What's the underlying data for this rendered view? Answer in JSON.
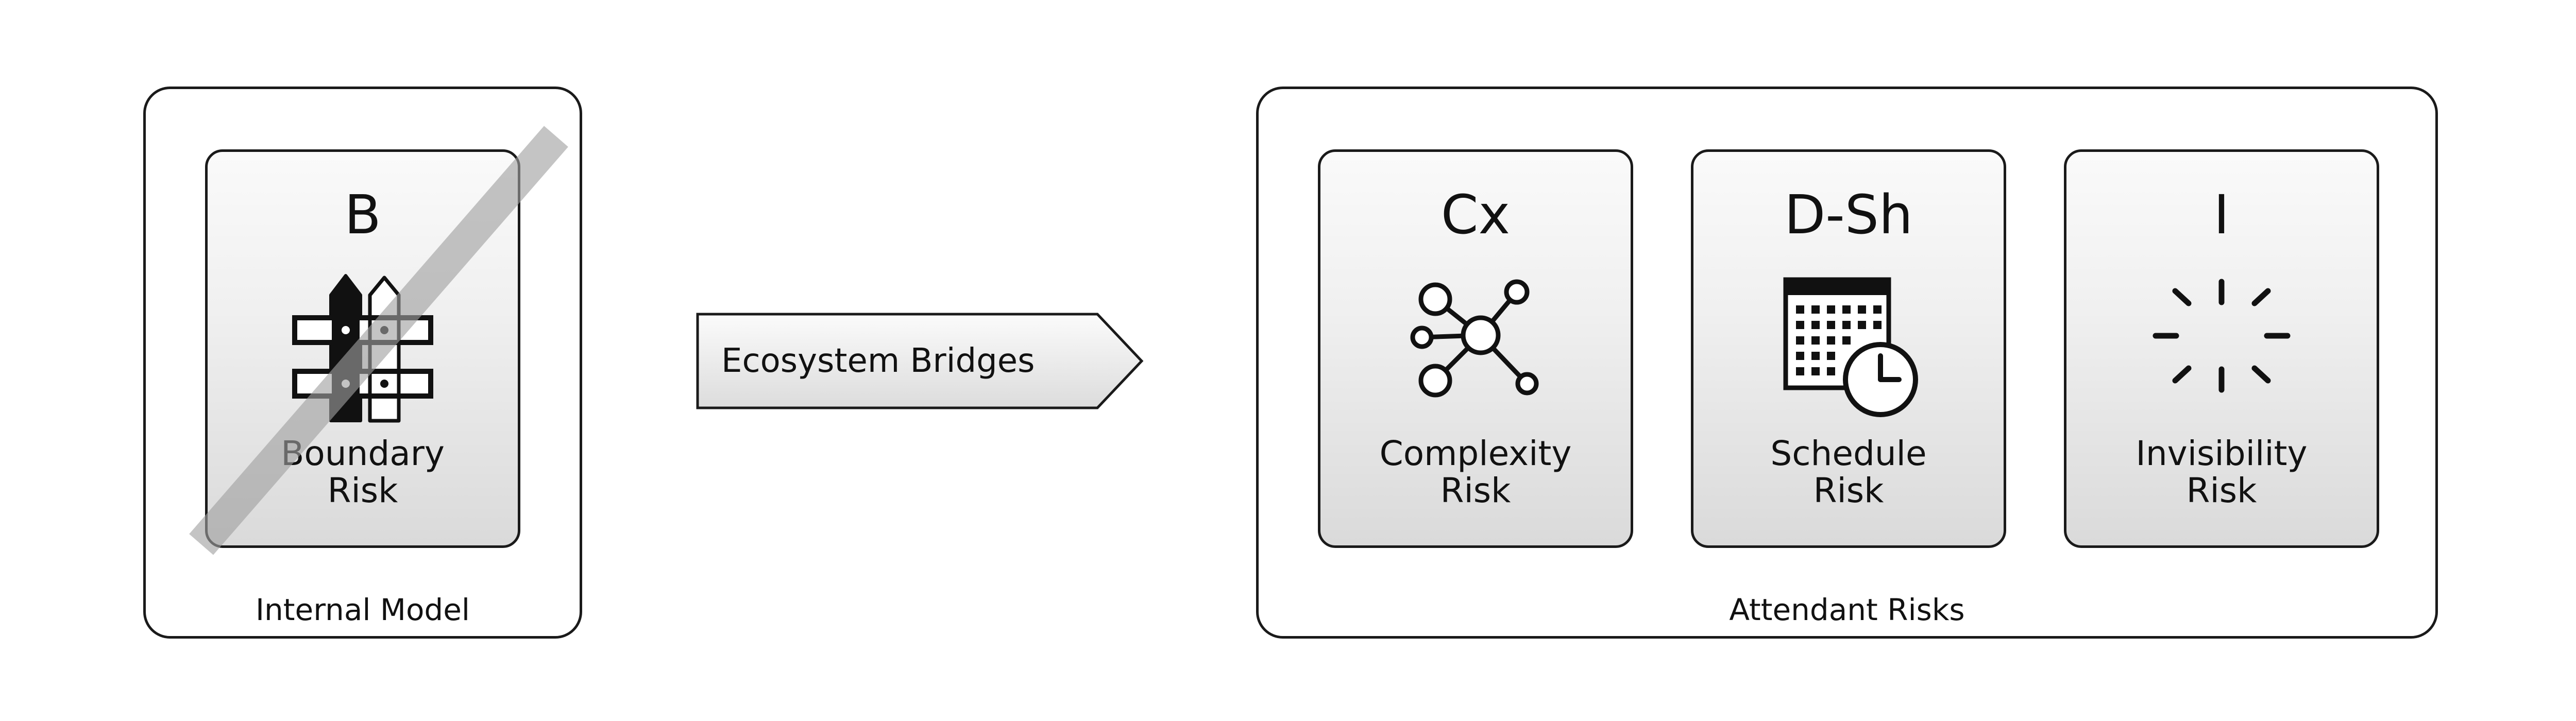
{
  "left_group": {
    "label": "Internal Model",
    "card": {
      "abbr": "B",
      "label_line1": "Boundary",
      "label_line2": "Risk",
      "icon": "fence-icon",
      "struck_out": true
    }
  },
  "connector": {
    "label": "Ecosystem Bridges",
    "icon": "arrow-pentagon"
  },
  "right_group": {
    "label": "Attendant Risks",
    "cards": [
      {
        "abbr": "Cx",
        "label_line1": "Complexity",
        "label_line2": "Risk",
        "icon": "network-graph-icon"
      },
      {
        "abbr": "D-Sh",
        "label_line1": "Schedule",
        "label_line2": "Risk",
        "icon": "calendar-clock-icon"
      },
      {
        "abbr": "I",
        "label_line1": "Invisibility",
        "label_line2": "Risk",
        "icon": "loading-spinner-icon"
      }
    ]
  },
  "colors": {
    "stroke": "#1a1a1a",
    "card_top": "#fafafa",
    "card_bottom": "#dadada",
    "strike": "#a0a0a0"
  }
}
